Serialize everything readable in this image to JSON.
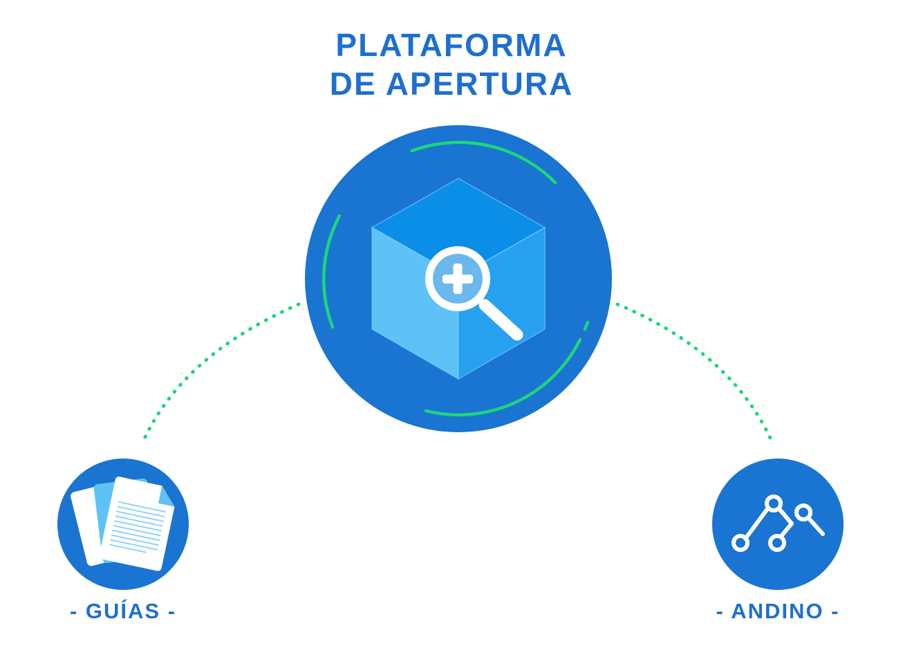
{
  "title": {
    "line1": "PLATAFORMA",
    "line2": "DE APERTURA"
  },
  "nodes": {
    "center": {
      "icon": "cube-magnifier-plus-icon"
    },
    "left": {
      "label": "- GUÍAS -",
      "icon": "documents-icon"
    },
    "right": {
      "label": "- ANDINO -",
      "icon": "nodes-network-icon"
    }
  },
  "colors": {
    "primary_blue": "#1e6fd0",
    "circle_blue": "#1a74d1",
    "accent_green": "#1ed67a",
    "cube_top": "#0a8ee8",
    "cube_left": "#5ec2f7",
    "cube_right": "#27a0ef",
    "white": "#ffffff"
  }
}
